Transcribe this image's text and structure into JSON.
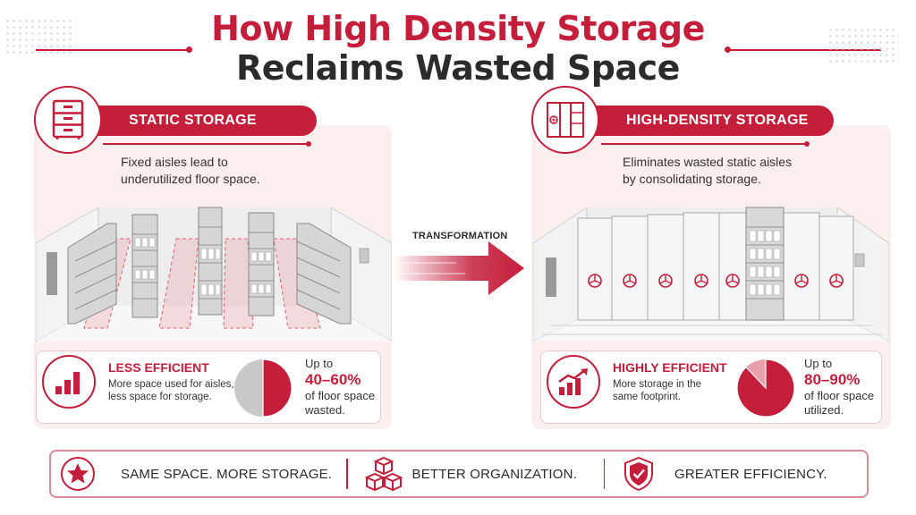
{
  "title": {
    "line1": "How High Density Storage",
    "line2": "Reclaims Wasted Space"
  },
  "left": {
    "heading": "STATIC STORAGE",
    "icon": "filing-cabinet-icon",
    "description": [
      "Fixed aisles lead to",
      "underutilized floor space."
    ],
    "stat": {
      "title": "LESS EFFICIENT",
      "desc": [
        "More space used for aisles,",
        "less space for storage."
      ],
      "pct_prefix": "Up to",
      "pct_value": "40–60%",
      "pct_suffix": [
        "of floor space",
        "wasted."
      ],
      "pie_fraction": 0.5
    }
  },
  "transform": {
    "label": "TRANSFORMATION"
  },
  "right": {
    "heading": "HIGH-DENSITY STORAGE",
    "icon": "mobile-shelving-icon",
    "description": [
      "Eliminates wasted static aisles",
      "by consolidating storage."
    ],
    "stat": {
      "title": "HIGHLY EFFICIENT",
      "desc": [
        "More storage in the",
        "same footprint."
      ],
      "pct_prefix": "Up to",
      "pct_value": "80–90%",
      "pct_suffix": [
        "of floor space",
        "utilized."
      ],
      "pie_fraction": 0.88
    }
  },
  "bottom": {
    "items": [
      {
        "icon": "star-icon",
        "text": "SAME SPACE. MORE STORAGE."
      },
      {
        "icon": "boxes-icon",
        "text": "BETTER ORGANIZATION."
      },
      {
        "icon": "shield-check-icon",
        "text": "GREATER EFFICIENCY."
      }
    ]
  },
  "colors": {
    "accent": "#c41e3a",
    "panel": "#fbeeee",
    "grey": "#c8c8c8"
  }
}
